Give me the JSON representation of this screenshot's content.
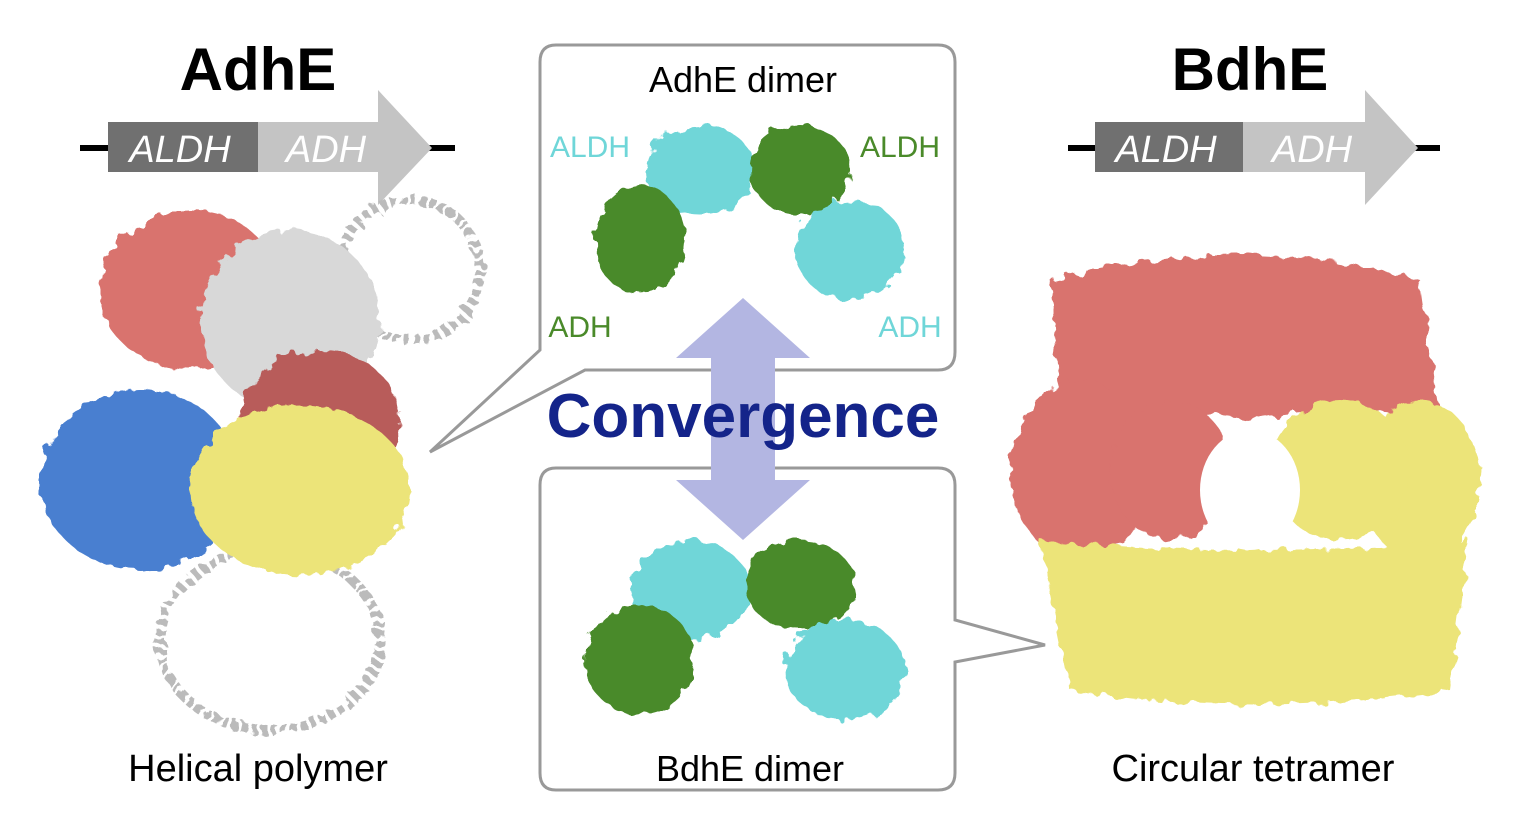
{
  "left": {
    "title": "AdhE",
    "gene": {
      "domain1": "ALDH",
      "domain2": "ADH"
    },
    "caption": "Helical polymer"
  },
  "right": {
    "title": "BdhE",
    "gene": {
      "domain1": "ALDH",
      "domain2": "ADH"
    },
    "caption": "Circular tetramer"
  },
  "center": {
    "top_box": {
      "title": "AdhE dimer",
      "labels": {
        "aldh_left": "ALDH",
        "aldh_right": "ALDH",
        "adh_left": "ADH",
        "adh_right": "ADH"
      }
    },
    "convergence": "Convergence",
    "bottom_box": {
      "title": "BdhE dimer"
    }
  },
  "colors": {
    "aldh_box": "#707070",
    "adh_box": "#c4c4c4",
    "cyan": "#6fd6d8",
    "green": "#4a8a2a",
    "navy": "#14248a",
    "arrow": "#b3b6e2",
    "salmon": "#d9736e",
    "yellow": "#ece479",
    "blue": "#4a7fd0",
    "gray_chain": "#d8d8d8"
  }
}
